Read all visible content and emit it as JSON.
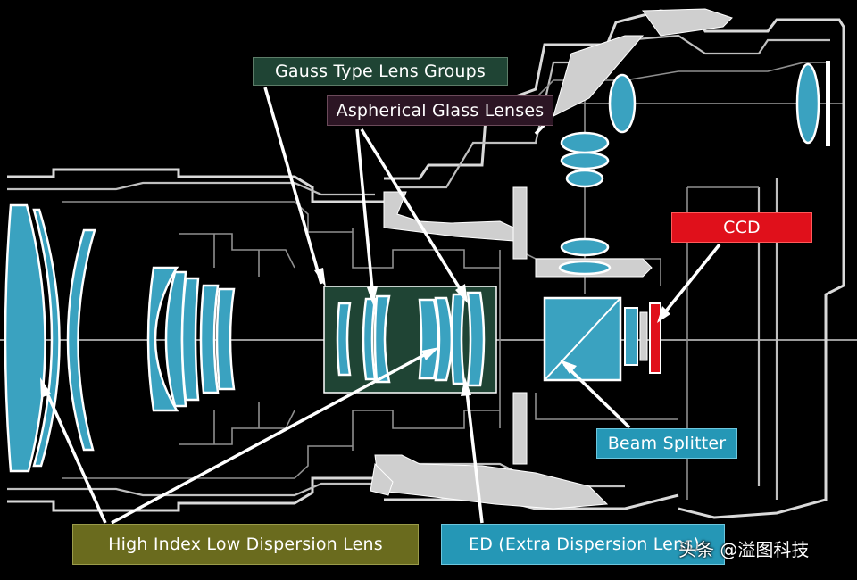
{
  "labels": {
    "gauss": "Gauss Type Lens Groups",
    "aspherical": "Aspherical Glass Lenses",
    "ccd": "CCD",
    "beam_splitter": "Beam Splitter",
    "high_index": "High Index Low Dispersion Lens",
    "ed": "ED (Extra Dispersion Lens)"
  },
  "watermark": "头条 @溢图科技",
  "colors": {
    "background": "#000000",
    "lens_glass": "#3aa2c0",
    "gauss_box": "#1f4434",
    "aspherical_box": "#2c1524",
    "ccd": "#e0101b",
    "beam_splitter_label": "#2597b6",
    "high_index_label": "#6a6b1e",
    "ed_label": "#2597b6"
  }
}
